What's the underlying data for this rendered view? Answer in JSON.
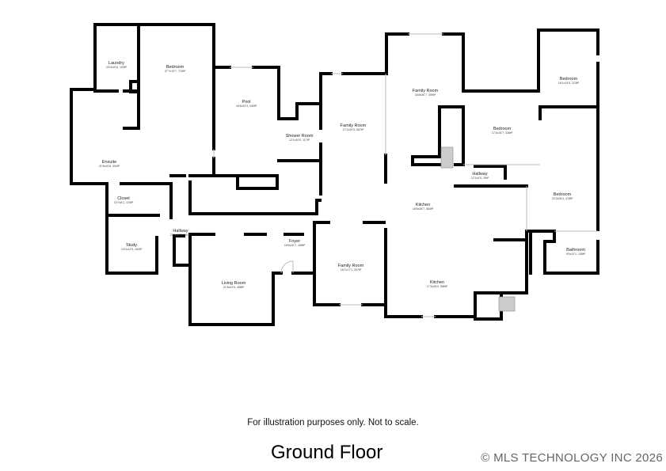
{
  "rooms": [
    {
      "name": "Laundry",
      "dims": "10'0x10'6, 105ft²"
    },
    {
      "name": "Bedroom",
      "dims": "37'7x19'7, 710ft²"
    },
    {
      "name": "Pool",
      "dims": "16'4x29'3, 440ft²"
    },
    {
      "name": "Shower Room",
      "dims": "12'1x10'0, 117ft²"
    },
    {
      "name": "Ensuite",
      "dims": "21'8x16'8, 302ft²"
    },
    {
      "name": "Closet",
      "dims": "10'7x8'1, 124ft²"
    },
    {
      "name": "Hallway",
      "dims": "22'9x29'5, 161ft²"
    },
    {
      "name": "Study",
      "dims": "13'0x12'5, 162ft²"
    },
    {
      "name": "Living Room",
      "dims": "21'8x22'5, 458ft²"
    },
    {
      "name": "Foyer",
      "dims": "16'8x10'7, 168ft²"
    },
    {
      "name": "Family Room",
      "dims": "17'1x29'5, 567ft²"
    },
    {
      "name": "Family Room",
      "dims": "16'8x30'7, 499ft²"
    },
    {
      "name": "Bedroom",
      "dims": "18'1x14'5, 223ft²"
    },
    {
      "name": "Bedroom",
      "dims": "17'4x19'7, 336ft²"
    },
    {
      "name": "Hallway",
      "dims": "12'1x4'5, 39ft²"
    },
    {
      "name": "Kitchen",
      "dims": "16'6x38'7, 584ft²"
    },
    {
      "name": "Bedroom",
      "dims": "23'3x28'4, 478ft²"
    },
    {
      "name": "Family Room",
      "dims": "16'7x17'1, 337ft²"
    },
    {
      "name": "Kitchen",
      "dims": "17'4x28'9, 585ft²"
    },
    {
      "name": "Bathroom",
      "dims": "9'5x12'1, 108ft²"
    }
  ],
  "disclaimer": "For illustration purposes only. Not to scale.",
  "floor_title": "Ground Floor",
  "copyright": "© MLS TECHNOLOGY INC 2026"
}
